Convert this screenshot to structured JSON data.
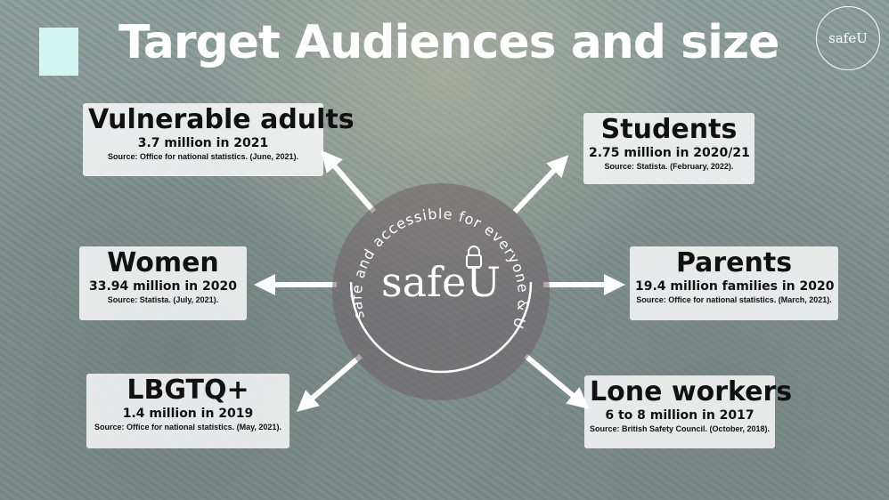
{
  "slide": {
    "title": "Target Audiences and size",
    "logo_text": "safeU",
    "center": {
      "brand": "safeU",
      "tagline": "safe and accessible for everyone & U",
      "icon": "padlock-icon"
    }
  },
  "audiences": [
    {
      "name": "Vulnerable adults",
      "size": "3.7 million in 2021",
      "source": "Source: Office for national statistics. (June, 2021)."
    },
    {
      "name": "Students",
      "size": "2.75 million in 2020/21",
      "source": "Source: Statista. (February, 2022)."
    },
    {
      "name": "Women",
      "size": "33.94 million in 2020",
      "source": "Source: Statista. (July, 2021)."
    },
    {
      "name": "Parents",
      "size": "19.4 million families in 2020",
      "source": "Source: Office for national statistics. (March, 2021)."
    },
    {
      "name": "LBGTQ+",
      "size": "1.4 million in 2019",
      "source": "Source: Office for national statistics. (May, 2021)."
    },
    {
      "name": "Lone workers",
      "size": "6 to 8 million in 2017",
      "source": "Source: British Safety Council. (October, 2018)."
    }
  ],
  "colors": {
    "accent": "#d4f6f3",
    "text": "#111111",
    "card": "#ffffff"
  }
}
